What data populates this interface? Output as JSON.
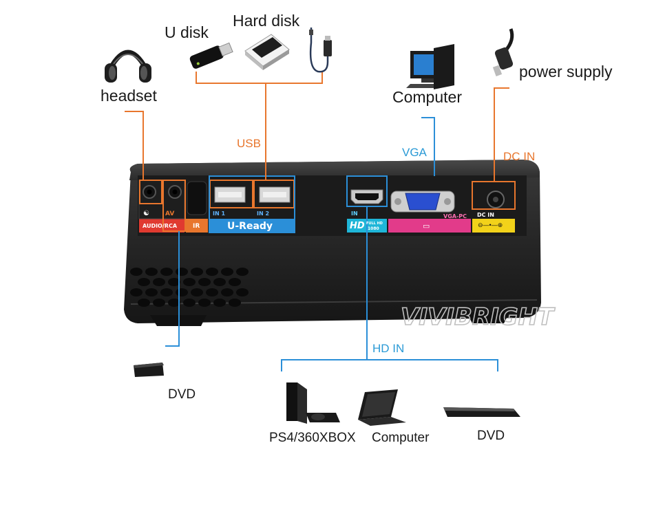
{
  "labels": {
    "u_disk": "U disk",
    "hard_disk": "Hard disk",
    "headset": "headset",
    "computer_top": "Computer",
    "power_supply": "power supply",
    "usb": "USB",
    "vga": "VGA",
    "dc_in": "DC IN",
    "hd_in": "HD IN",
    "dvd_left": "DVD",
    "ps4": "PS4/360XBOX",
    "computer_bottom": "Computer",
    "dvd_right": "DVD"
  },
  "panel": {
    "av": "AV",
    "audio_rca": "AUDIO/RCA",
    "ir": "IR",
    "in1": "IN 1",
    "in2": "IN 2",
    "u_ready": "U-Ready",
    "hdmi_in": "IN",
    "hd_logo": "HD",
    "full_hd": "FULL HD",
    "res_1080": "1080",
    "vga_pc": "VGA-PC",
    "dc_in": "DC IN"
  },
  "watermark": "VIVIBRIGHT",
  "colors": {
    "orange": "#e8762d",
    "blue": "#2a9ad6",
    "red_panel": "#e03a30",
    "blue_panel": "#2b8fd8",
    "cyan_panel": "#1fb6d8",
    "magenta_panel": "#e23b8a",
    "yellow_panel": "#f2d21a",
    "body": "#232323"
  }
}
